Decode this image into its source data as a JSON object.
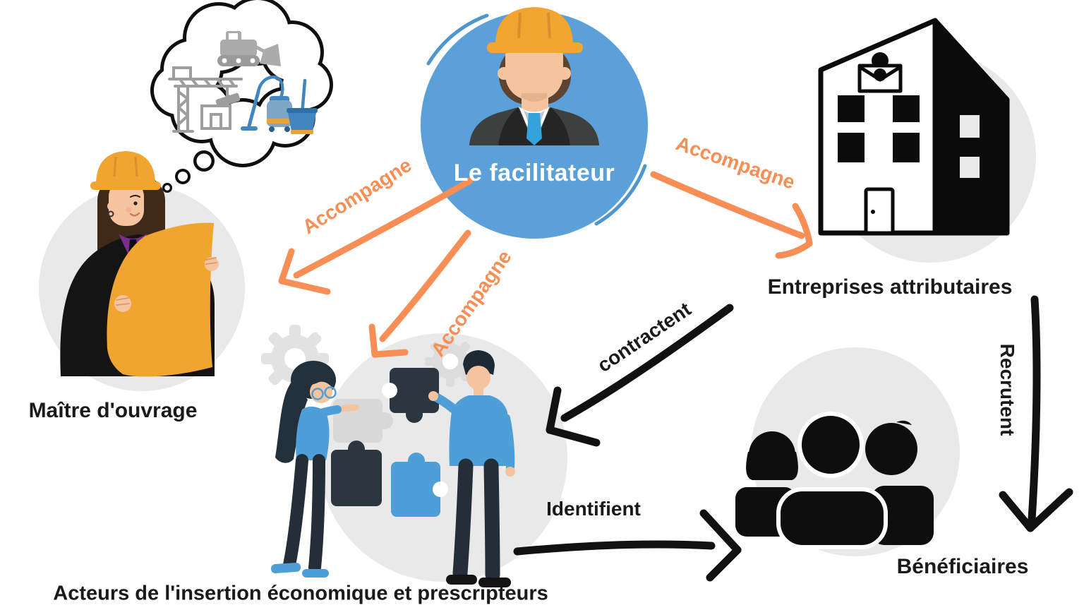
{
  "diagram": {
    "nodes": {
      "facilitator": {
        "label": "Le facilitateur"
      },
      "project_owner": {
        "label": "Maître d'ouvrage"
      },
      "awarded_companies": {
        "label": "Entreprises attributaires"
      },
      "insertion_actors": {
        "label": "Acteurs de l'insertion économique et prescripteurs"
      },
      "beneficiaries": {
        "label": "Bénéficiaires"
      }
    },
    "edges": {
      "facilitator_to_project_owner": {
        "label": "Accompagne"
      },
      "facilitator_to_insertion_actors": {
        "label": "Accompagne"
      },
      "facilitator_to_awarded_companies": {
        "label": "Accompagne"
      },
      "awarded_companies_to_insertion_actors": {
        "label": "contractent"
      },
      "insertion_actors_to_beneficiaries": {
        "label": "Identifient"
      },
      "awarded_companies_to_beneficiaries": {
        "label": "Recrutent"
      }
    },
    "icons": {
      "facilitator": "engineer-avatar-icon",
      "project_owner": "architect-woman-icon",
      "awarded_companies": "office-building-icon",
      "insertion_actors": "people-with-puzzle-icon",
      "beneficiaries": "people-group-icon",
      "thought_bubble_contents": [
        "crane-icon",
        "bulldozer-icon",
        "cleaning-equipment-icon"
      ]
    },
    "colors": {
      "facilitator_circle": "#5BA0D8",
      "accompagne_arrows": "#F78E56",
      "black_arrows": "#111111",
      "node_label_text": "#1A1A1A",
      "facilitator_label_text": "#FFFFFF",
      "background_circles": "#E9E9E9",
      "helmet_yellow": "#F2A531",
      "puzzle_blue": "#4E9FD8",
      "puzzle_dark": "#2B3640"
    }
  }
}
